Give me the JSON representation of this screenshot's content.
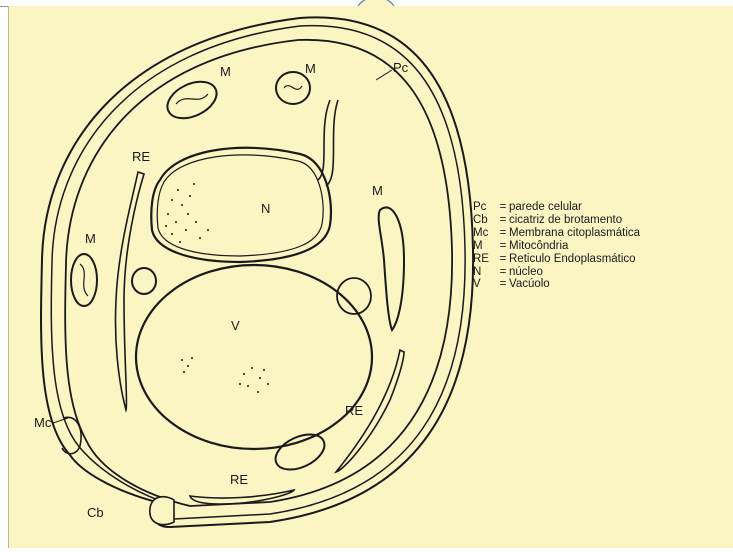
{
  "diagram": {
    "labels": {
      "pc": "Pc",
      "m_top_left": "M",
      "m_top_right": "M",
      "m_right": "M",
      "m_left": "M",
      "re_left": "RE",
      "re_right": "RE",
      "re_bottom": "RE",
      "n": "N",
      "v": "V",
      "mc": "Mc",
      "cb": "Cb"
    },
    "legend": [
      {
        "abbr": "Pc",
        "eq": "=",
        "text": "parede celular"
      },
      {
        "abbr": "Cb",
        "eq": "=",
        "text": "cicatriz de brotamento"
      },
      {
        "abbr": "Mc",
        "eq": "=",
        "text": "Membrana citoplasmática"
      },
      {
        "abbr": "M",
        "eq": "=",
        "text": "Mitocôndria"
      },
      {
        "abbr": "RE",
        "eq": "=",
        "text": "Reticulo Endoplasmático"
      },
      {
        "abbr": "N",
        "eq": "=",
        "text": "núcleo"
      },
      {
        "abbr": "V",
        "eq": "=",
        "text": "Vacúolo"
      }
    ]
  }
}
